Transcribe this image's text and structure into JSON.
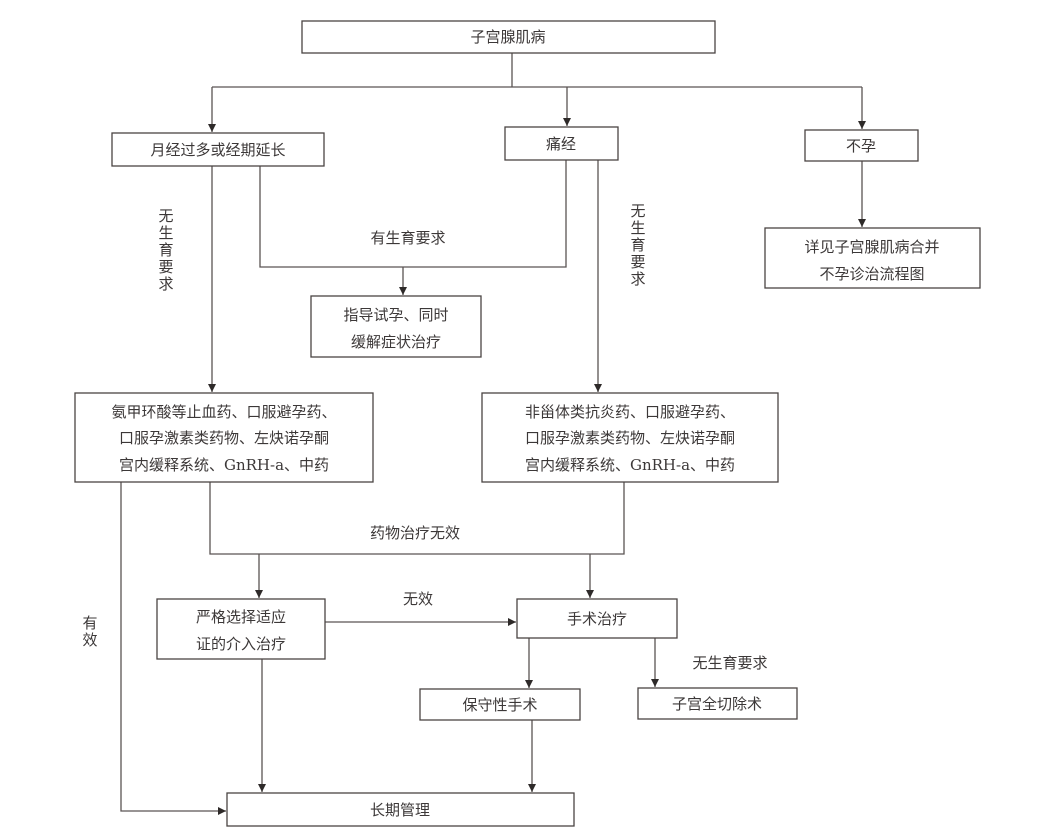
{
  "diagram": {
    "type": "flowchart",
    "nodes": {
      "root": {
        "lines": [
          "子宫腺肌病"
        ]
      },
      "menorrhagia": {
        "lines": [
          "月经过多或经期延长"
        ]
      },
      "dysmenorrhea": {
        "lines": [
          "痛经"
        ]
      },
      "infertility": {
        "lines": [
          "不孕"
        ]
      },
      "infertility_ref": {
        "lines": [
          "详见子宫腺肌病合并",
          "不孕诊治流程图"
        ]
      },
      "guide_conception": {
        "lines": [
          "指导试孕、同时",
          "缓解症状治疗"
        ]
      },
      "meds_left": {
        "lines": [
          "氨甲环酸等止血药、口服避孕药、",
          "口服孕激素类药物、左炔诺孕酮",
          "宫内缓释系统、GnRH-a、中药"
        ]
      },
      "meds_right": {
        "lines": [
          "非甾体类抗炎药、口服避孕药、",
          "口服孕激素类药物、左炔诺孕酮",
          "宫内缓释系统、GnRH-a、中药"
        ]
      },
      "intervention": {
        "lines": [
          "严格选择适应",
          "证的介入治疗"
        ]
      },
      "surgery": {
        "lines": [
          "手术治疗"
        ]
      },
      "conservative": {
        "lines": [
          "保守性手术"
        ]
      },
      "hysterectomy": {
        "lines": [
          "子宫全切除术"
        ]
      },
      "long_term": {
        "lines": [
          "长期管理"
        ]
      }
    },
    "edge_labels": {
      "no_fertility_left": "无生育要求",
      "no_fertility_right": "无生育要求",
      "has_fertility": "有生育要求",
      "drug_ineffective": "药物治疗无效",
      "ineffective": "无效",
      "effective": "有效",
      "no_fertility_surgery": "无生育要求"
    }
  }
}
